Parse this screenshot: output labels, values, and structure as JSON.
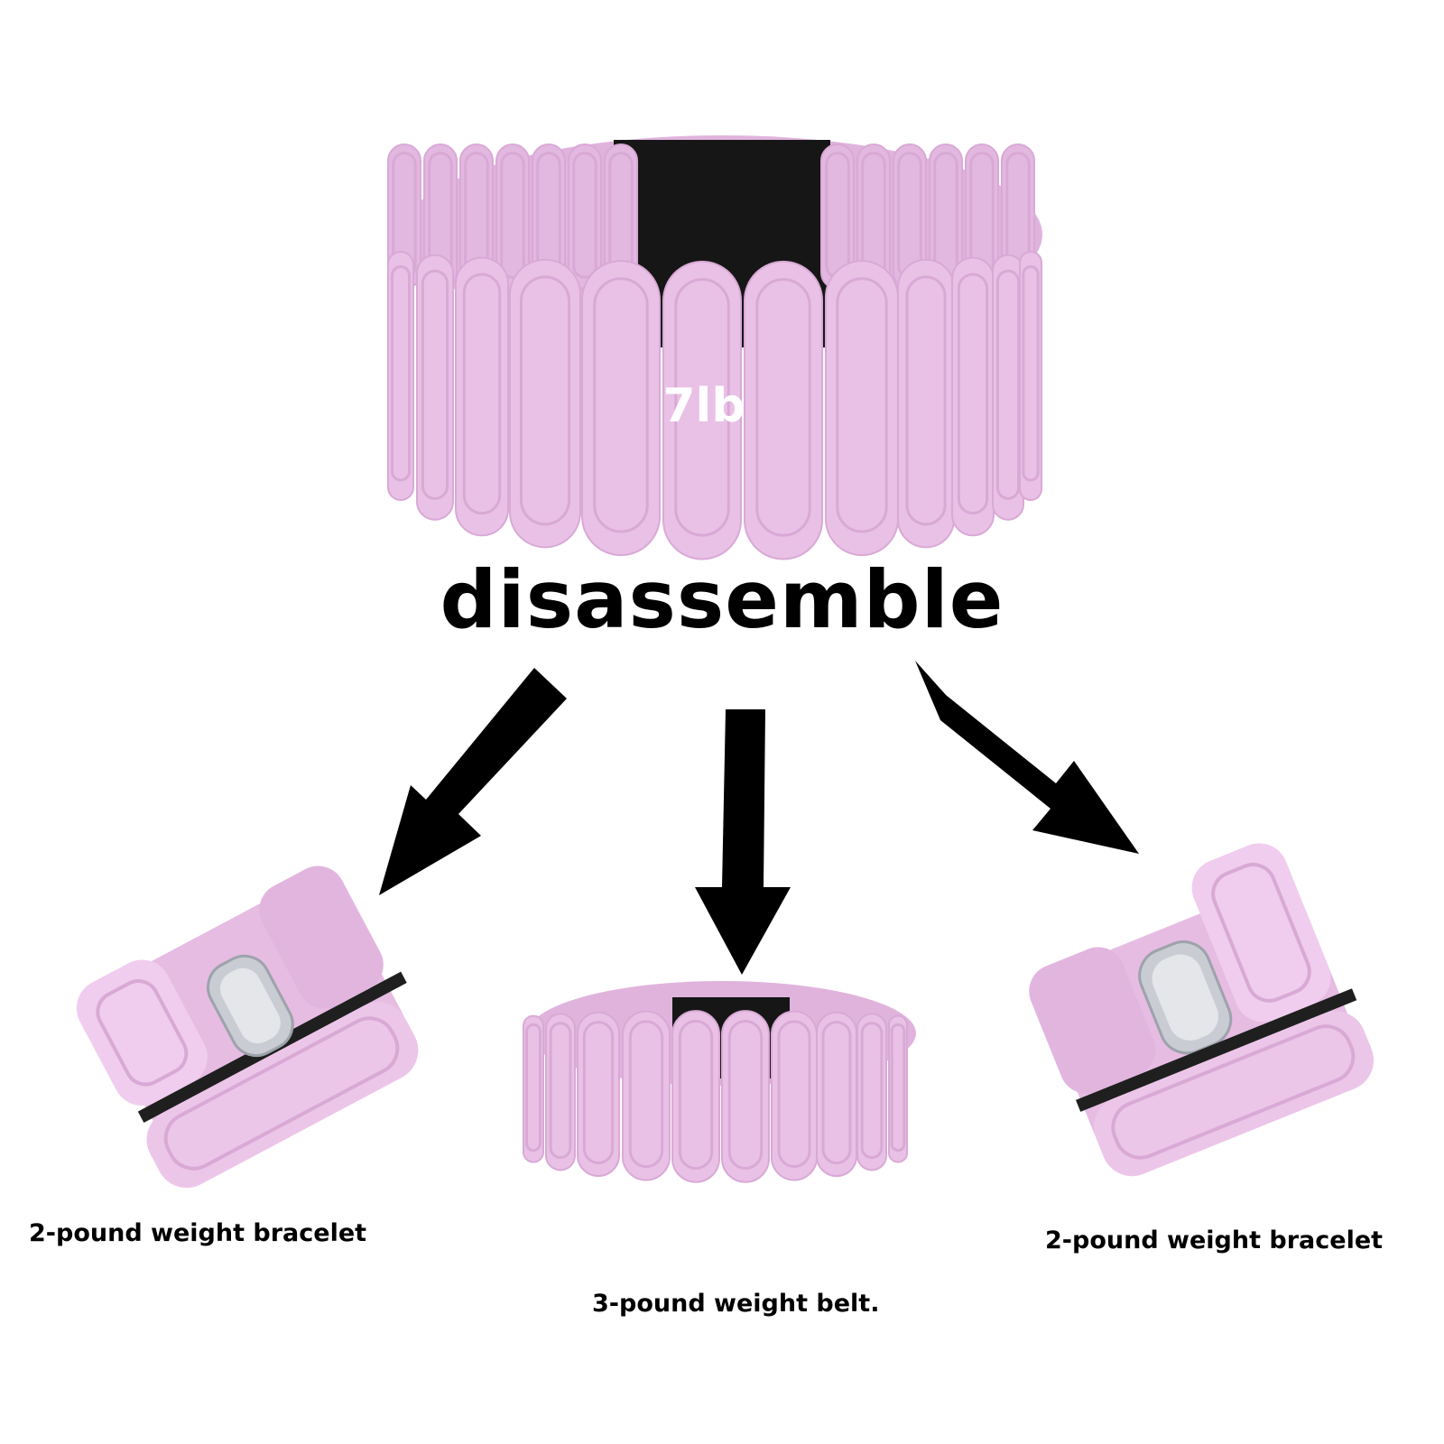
{
  "headline": "disassemble",
  "large_belt": {
    "weight_label": "7lb"
  },
  "captions": {
    "left": "2-pound weight bracelet",
    "center": "3-pound weight belt.",
    "right": "2-pound weight bracelet"
  },
  "colors": {
    "silicone": "#e9c1e6",
    "silicone_shade": "#d9a9d6",
    "silicone_highlight": "#f4d8f1",
    "strap": "#1a1a1a",
    "clasp": "#c9ccd2",
    "arrow": "#000000"
  },
  "icons": [
    "arrow-down-left-icon",
    "arrow-down-icon",
    "arrow-down-right-icon"
  ]
}
